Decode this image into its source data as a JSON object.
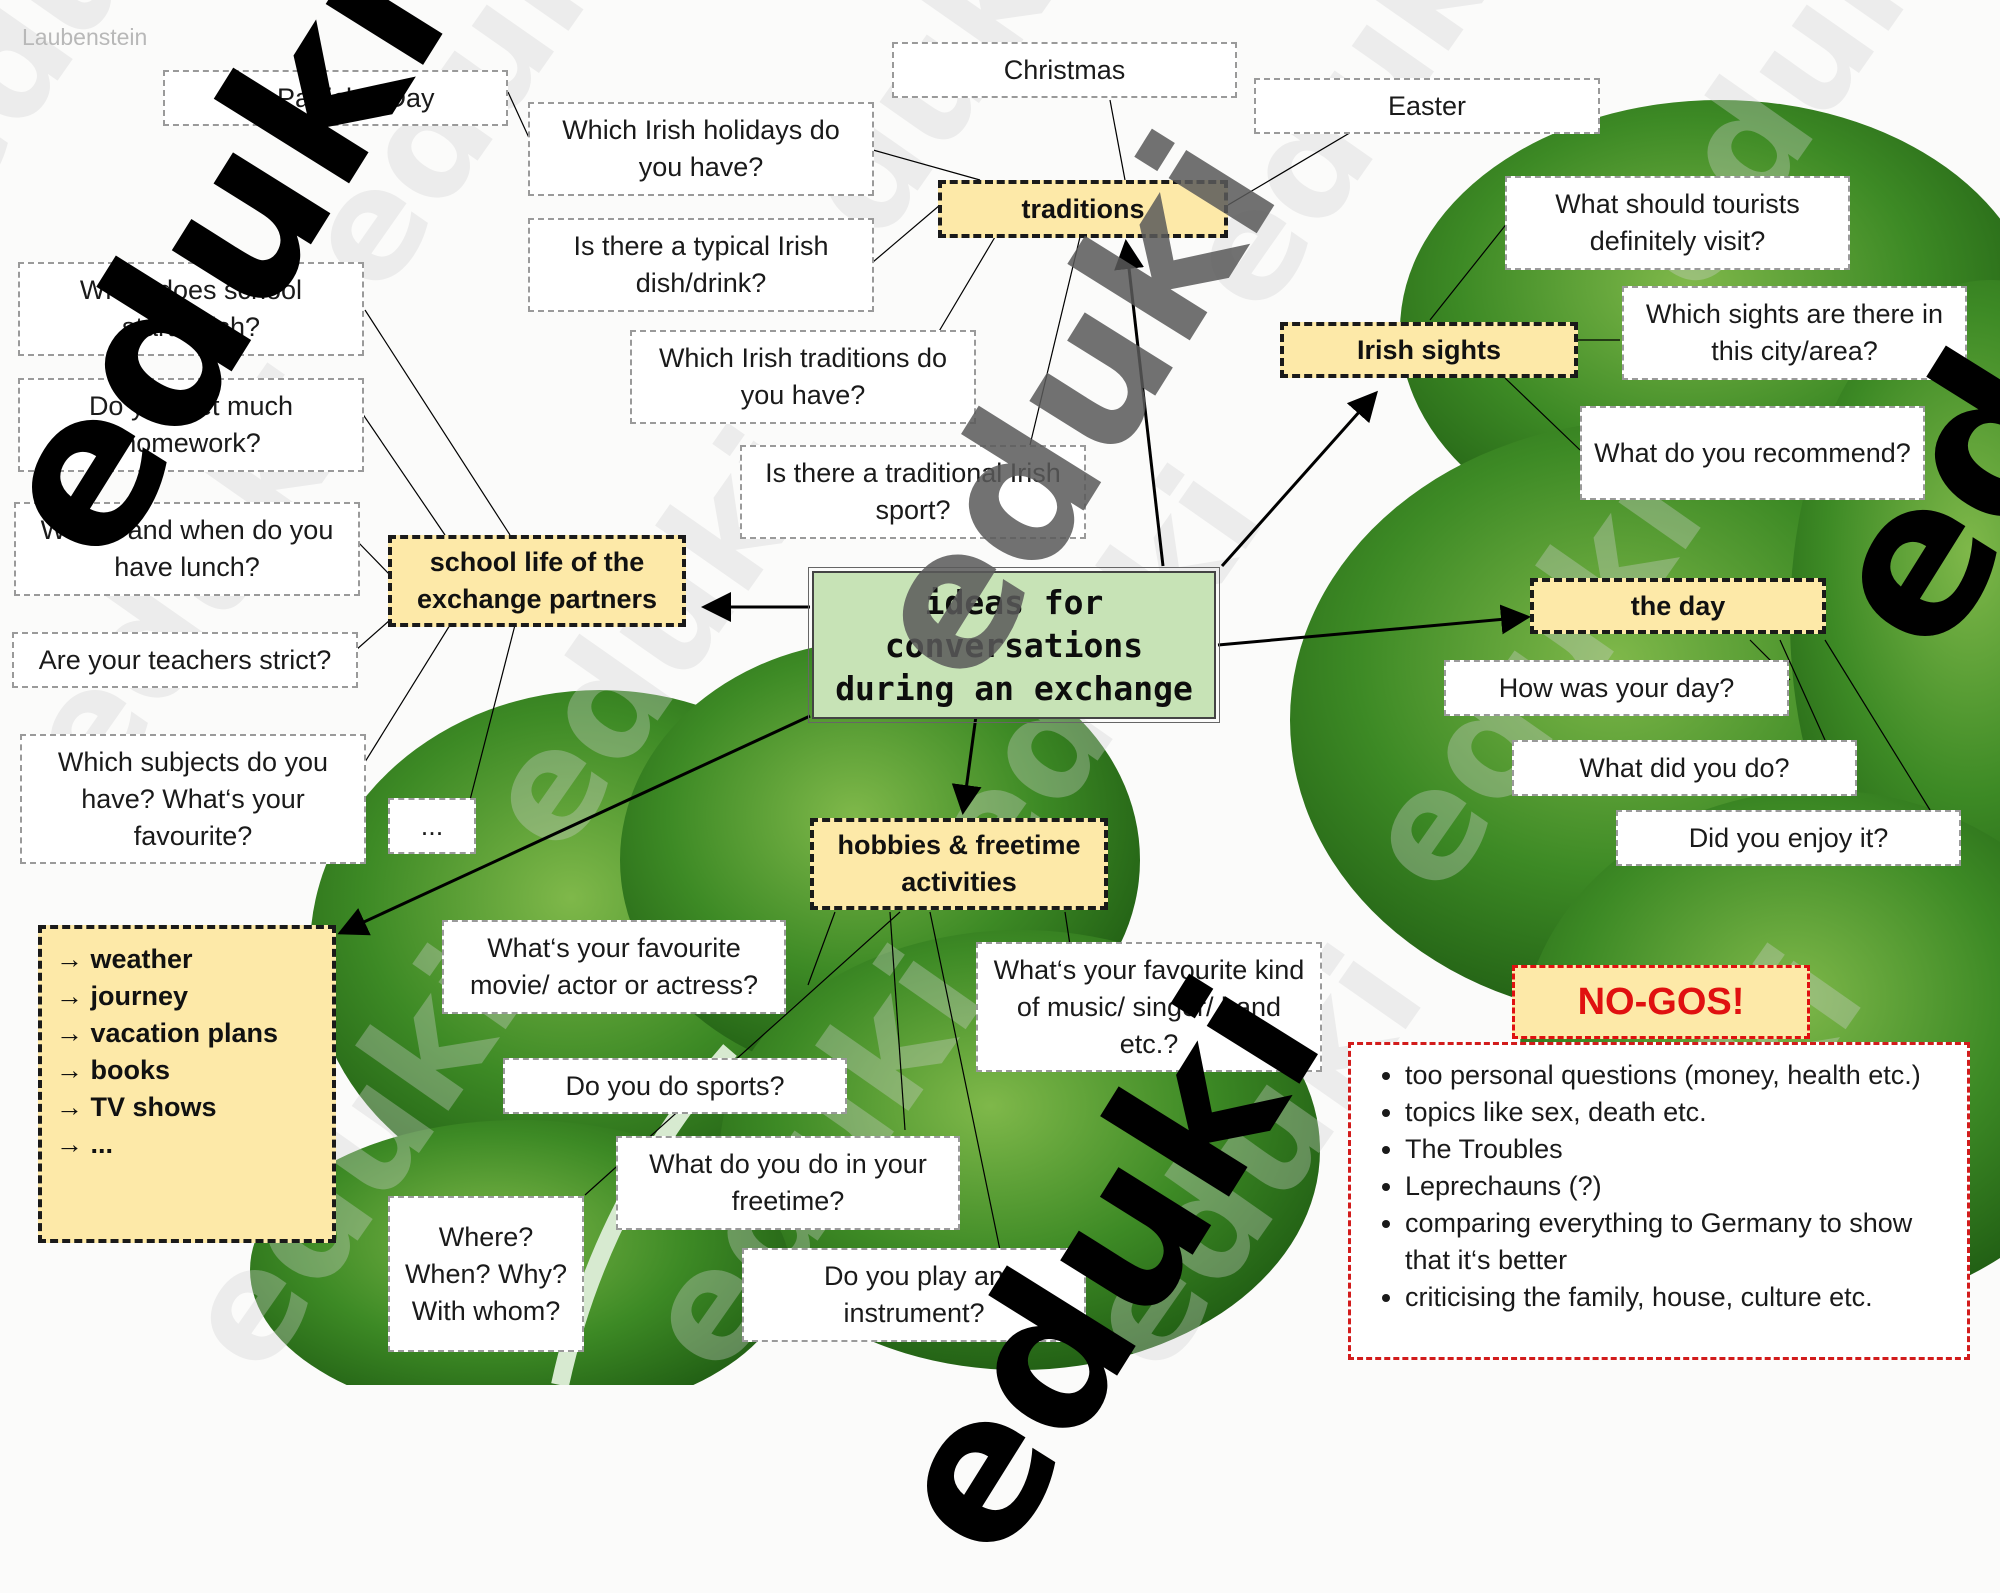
{
  "author": "Laubenstein",
  "center": {
    "line1": "ideas for",
    "line2": "conversations",
    "line3": "during an exchange"
  },
  "hubs": {
    "traditions": "traditions",
    "sights": "Irish sights",
    "school": "school life of the exchange partners",
    "day": "the day",
    "hobbies": "hobbies & freetime activities"
  },
  "traditions": {
    "stpatrick": "St. Patrick‘s Day",
    "christmas": "Christmas",
    "easter": "Easter",
    "holidays": "Which Irish holidays do you have?",
    "dish": "Is there a typical Irish dish/drink?",
    "traditions_q": "Which Irish traditions do you have?",
    "sport": "Is there a traditional Irish sport?"
  },
  "sights": {
    "visit": "What should tourists definitely visit?",
    "which": "Which sights are there in this city/area?",
    "recommend": "What do you recommend?"
  },
  "school": {
    "start": "When does school start/finish?",
    "homework": "Do you get much homework?",
    "lunch": "Where and when do you have lunch?",
    "strict": "Are your teachers strict?",
    "subjects": "Which subjects do you have? What‘s your favourite?",
    "more": "..."
  },
  "day": {
    "how": "How was your day?",
    "what": "What did you do?",
    "enjoy": "Did you enjoy it?"
  },
  "hobbies": {
    "movie": "What‘s your favourite movie/ actor or actress?",
    "music": "What‘s your favourite kind of music/ singer/ band etc.?",
    "sports": "Do you do sports?",
    "freetime": "What do you do in your freetime?",
    "where": "Where? When? Why? With whom?",
    "instrument": "Do you play an instrument?"
  },
  "topics": [
    "→ weather",
    "→ journey",
    "→ vacation plans",
    "→ books",
    "→ TV shows",
    "→ ..."
  ],
  "nogos": {
    "title": "NO-GOS!",
    "items": [
      "too personal questions (money, health etc.)",
      "topics like sex, death etc.",
      "The Troubles",
      "Leprechauns (?)",
      "comparing everything to Germany to show that it‘s better",
      "criticising the family, house, culture etc."
    ]
  },
  "watermark": "eduki",
  "colors": {
    "hub_fill": "#fde9a8",
    "center_fill": "#c7e3b6",
    "nogo_red": "#e01010",
    "leaf_green": "#2f7a1f"
  }
}
